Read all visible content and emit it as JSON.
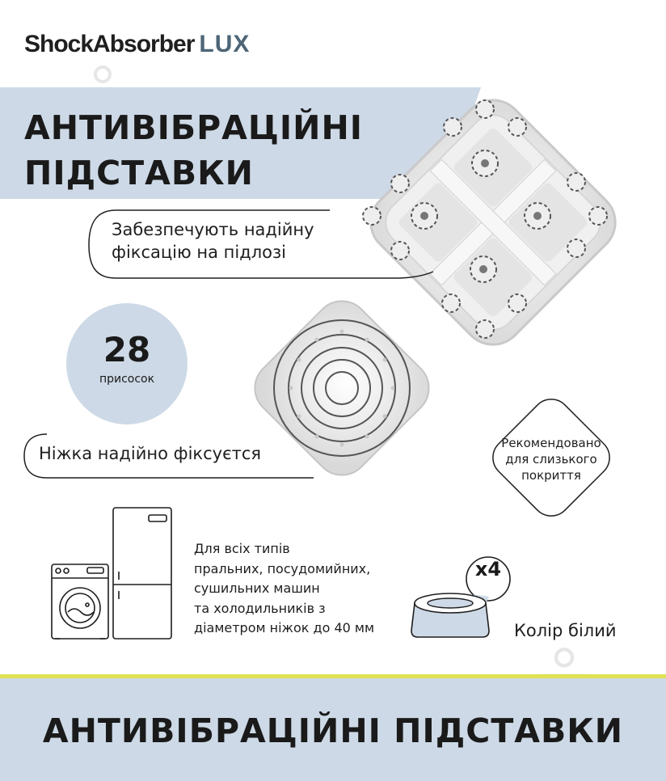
{
  "brand": {
    "name": "ShockAbsorber",
    "suffix": "LUX"
  },
  "header": {
    "title_line1": "АНТИВІБРАЦІЙНІ",
    "title_line2": "ПІДСТАВКИ"
  },
  "features": {
    "fixation": {
      "line1": "Забезпечують надійну",
      "line2": "фіксацію на підлозі"
    },
    "suction": {
      "count": "28",
      "label": "присосок"
    },
    "leg": "Ніжка надійно фіксуєтся",
    "surface": {
      "line1": "Рекомендовано",
      "line2": "для слизького",
      "line3": "покриття"
    }
  },
  "compat": {
    "lines": [
      "Для всіх типів",
      "пральних, посудомийних,",
      "сушильних машин",
      "та холодильників з",
      "діаметром ніжок до 40 мм"
    ]
  },
  "package": {
    "quantity": "x4",
    "color": "Колір білий"
  },
  "footer": {
    "title": "АНТИВІБРАЦІЙНІ ПІДСТАВКИ"
  },
  "colors": {
    "band": "#cdd9e6",
    "accent_line": "#e0e055",
    "brand_suffix": "#4d6576"
  },
  "icons": [
    "washing-machine-icon",
    "refrigerator-icon",
    "pad-icon",
    "watermark-icon"
  ]
}
